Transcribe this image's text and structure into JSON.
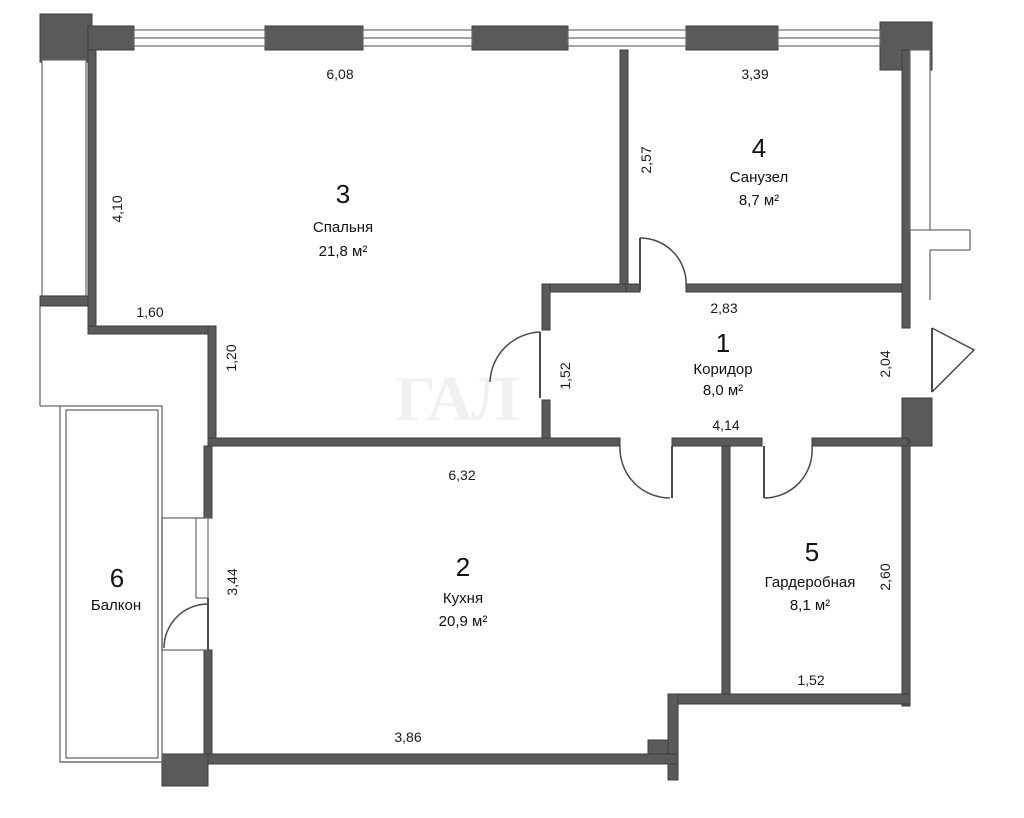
{
  "rooms": [
    {
      "number": "1",
      "name": "Коридор",
      "area": "8,0 м²"
    },
    {
      "number": "2",
      "name": "Кухня",
      "area": "20,9 м²"
    },
    {
      "number": "3",
      "name": "Спальня",
      "area": "21,8 м²"
    },
    {
      "number": "4",
      "name": "Санузел",
      "area": "8,7 м²"
    },
    {
      "number": "5",
      "name": "Гардеробная",
      "area": "8,1 м²"
    },
    {
      "number": "6",
      "name": "Балкон",
      "area": ""
    }
  ],
  "dimensions": {
    "bedroom_top": "6,08",
    "bedroom_left": "4,10",
    "bedroom_step_horizontal": "1,60",
    "bedroom_step_vertical": "1,20",
    "bathroom_top": "3,39",
    "bathroom_left": "2,57",
    "corridor_top": "2,83",
    "corridor_left": "1,52",
    "corridor_right": "2,04",
    "corridor_bottom": "4,14",
    "kitchen_top": "6,32",
    "kitchen_left": "3,44",
    "kitchen_bottom": "3,86",
    "wardrobe_right": "2,60",
    "wardrobe_bottom": "1,52"
  },
  "watermark": "ГАЛ",
  "colors": {
    "wall": "#5a5a5a",
    "background": "#ffffff",
    "text": "#111111"
  }
}
